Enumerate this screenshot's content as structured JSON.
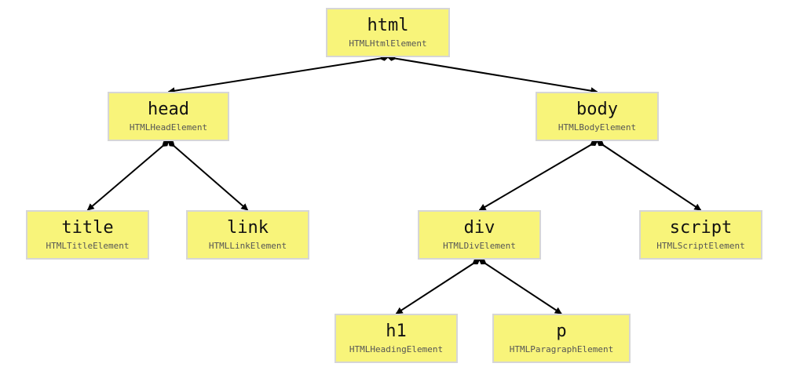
{
  "nodes": {
    "html": {
      "tag": "html",
      "interface": "HTMLHtmlElement"
    },
    "head": {
      "tag": "head",
      "interface": "HTMLHeadElement"
    },
    "body": {
      "tag": "body",
      "interface": "HTMLBodyElement"
    },
    "title": {
      "tag": "title",
      "interface": "HTMLTitleElement"
    },
    "link": {
      "tag": "link",
      "interface": "HTMLLinkElement"
    },
    "div": {
      "tag": "div",
      "interface": "HTMLDivElement"
    },
    "script": {
      "tag": "script",
      "interface": "HTMLScriptElement"
    },
    "h1": {
      "tag": "h1",
      "interface": "HTMLHeadingElement"
    },
    "p": {
      "tag": "p",
      "interface": "HTMLParagraphElement"
    }
  },
  "edges": [
    {
      "from": "html",
      "to": "head"
    },
    {
      "from": "html",
      "to": "body"
    },
    {
      "from": "head",
      "to": "title"
    },
    {
      "from": "head",
      "to": "link"
    },
    {
      "from": "body",
      "to": "div"
    },
    {
      "from": "body",
      "to": "script"
    },
    {
      "from": "div",
      "to": "h1"
    },
    {
      "from": "div",
      "to": "p"
    }
  ],
  "colors": {
    "node_fill": "#f8f47a",
    "node_border": "#d6d6d6",
    "edge": "#000000"
  }
}
